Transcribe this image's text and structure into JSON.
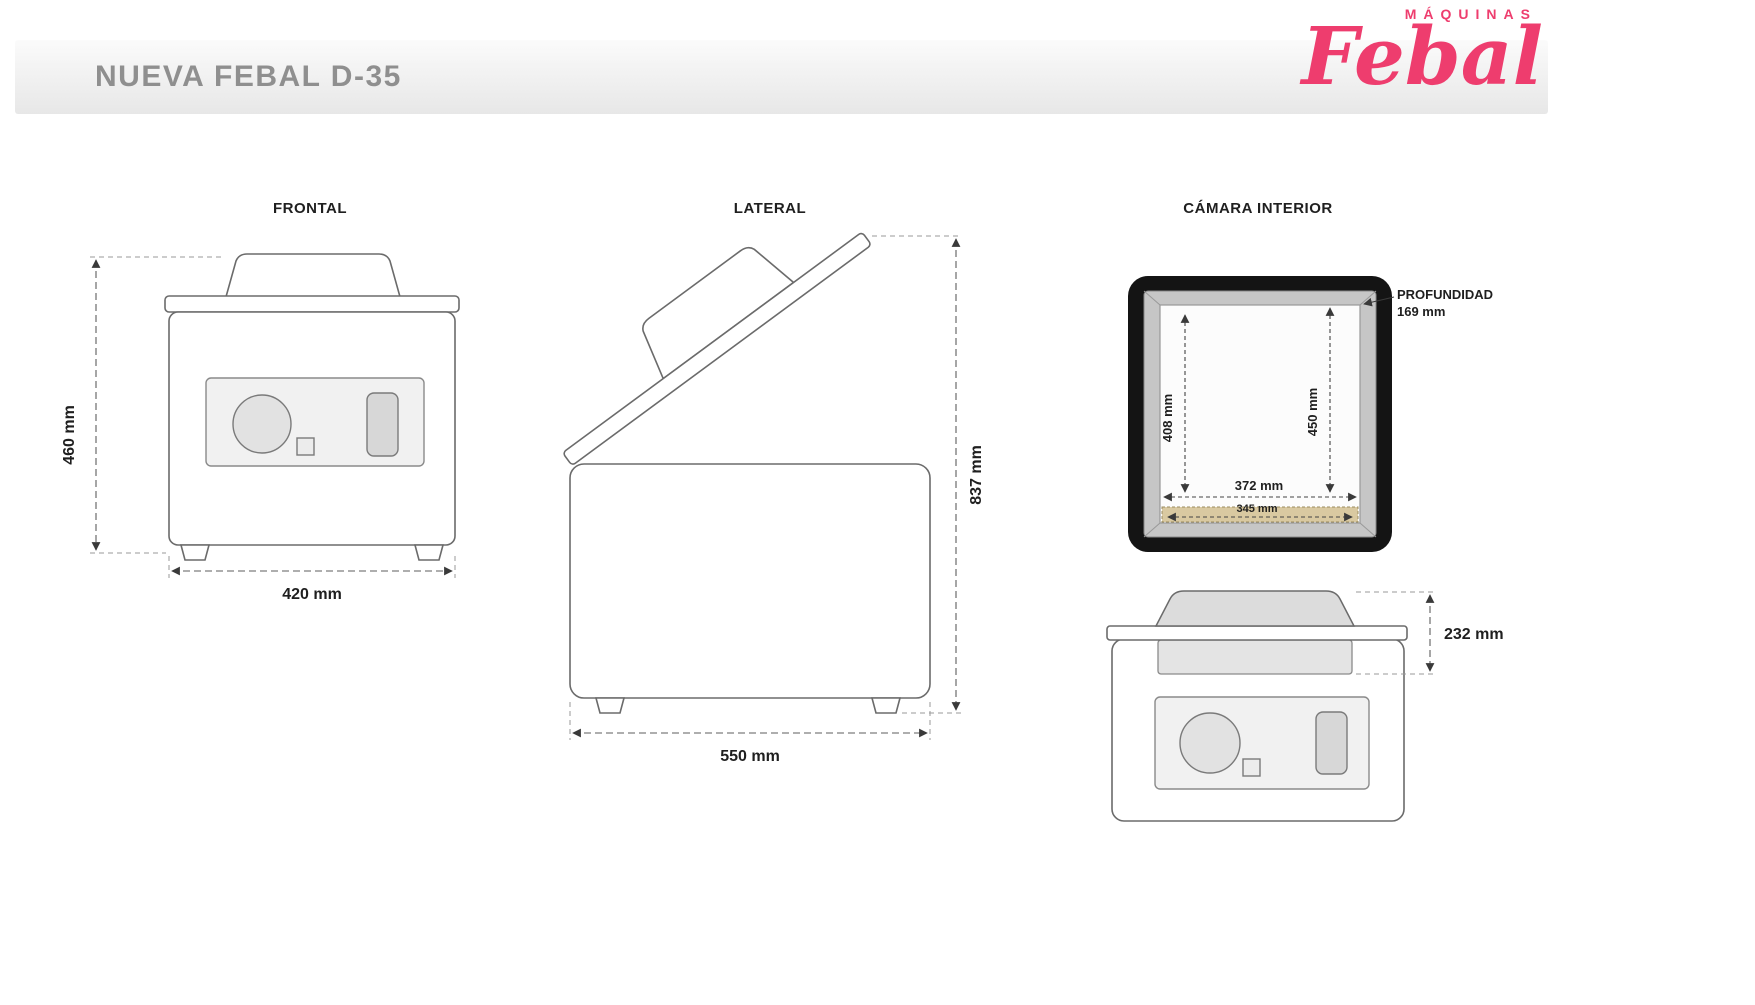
{
  "header": {
    "title": "NUEVA FEBAL D-35"
  },
  "logo": {
    "tagline": "MÁQUINAS",
    "brand": "Febal"
  },
  "views": {
    "frontal": {
      "title": "FRONTAL",
      "height": "460 mm",
      "width": "420 mm"
    },
    "lateral": {
      "title": "LATERAL",
      "height": "837 mm",
      "depth": "550 mm"
    },
    "camara": {
      "title": "CÁMARA INTERIOR",
      "inner_width": "408 mm",
      "inner_depth": "450 mm",
      "dim_372": "372 mm",
      "seal_length": "345 mm",
      "depth_label": "PROFUNDIDAD",
      "depth_value": "169 mm"
    },
    "rear": {
      "lid_height": "232 mm"
    }
  },
  "colors": {
    "brand_pink": "#ee3d6e",
    "title_gray": "#8f8f8f",
    "line_gray": "#6b6b6b",
    "seal_tan": "#d9c9a1",
    "chamber_black": "#141414"
  }
}
